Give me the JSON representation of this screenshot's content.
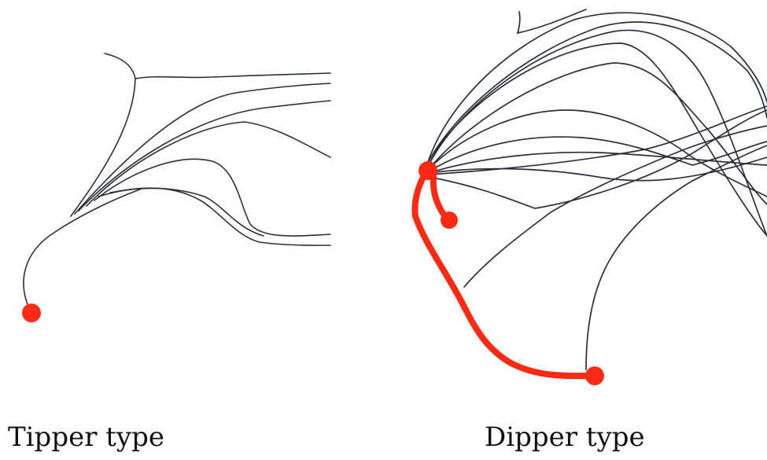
{
  "captions": {
    "left": "Tipper type",
    "right": "Dipper type"
  },
  "colors": {
    "trajectory": "#2b2f3a",
    "highlight": "#ff2a14",
    "background": "#ffffff"
  },
  "panels": [
    {
      "name": "tipper",
      "trajectory_count": 7,
      "has_highlight_path": false
    },
    {
      "name": "dipper",
      "trajectory_count": 12,
      "has_highlight_path": true
    }
  ]
}
